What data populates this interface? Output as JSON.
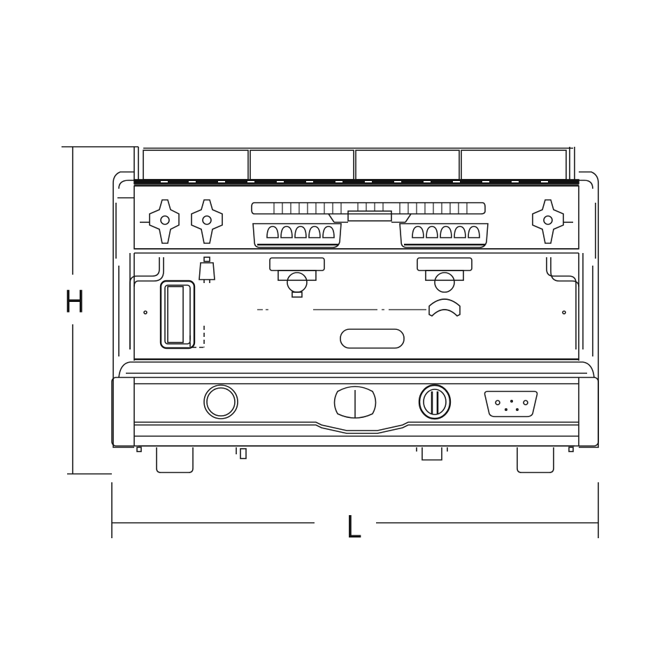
{
  "diagram": {
    "subject": "Espresso machine front elevation",
    "style": "technical line drawing",
    "line_color": "#111111",
    "background_color": "#ffffff"
  },
  "dimensions": {
    "height_label": "H",
    "length_label": "L"
  },
  "components": {
    "cup_warmer_panels": 4,
    "steam_valve_knobs": 3,
    "control_keypads": 2,
    "keypad_buttons_per_group": 5,
    "group_heads": 2,
    "front_controls": [
      "round-button",
      "power-switch",
      "rotary-selector",
      "serial-port"
    ]
  }
}
